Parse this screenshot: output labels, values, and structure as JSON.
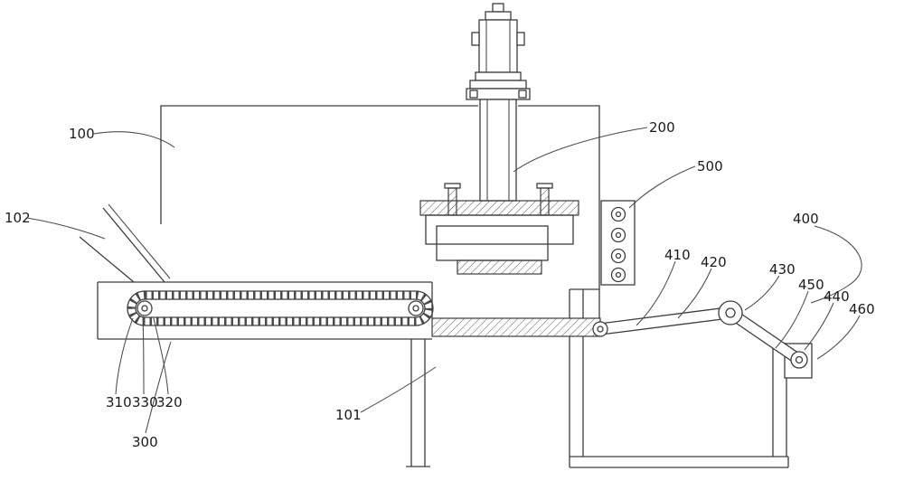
{
  "figure": {
    "kind": "patent-style technical line drawing of a machine with feed chute, hopper housing, motor-driven press, toothed conveyor belt, side bracket and crank linkage",
    "background_color": "#ffffff",
    "line_color": "#3d3d3d",
    "label_color": "#1a1a1a"
  },
  "labels": [
    {
      "ref": "100"
    },
    {
      "ref": "102"
    },
    {
      "ref": "200"
    },
    {
      "ref": "500"
    },
    {
      "ref": "400"
    },
    {
      "ref": "410"
    },
    {
      "ref": "420"
    },
    {
      "ref": "430"
    },
    {
      "ref": "450"
    },
    {
      "ref": "440"
    },
    {
      "ref": "460"
    },
    {
      "ref": "310"
    },
    {
      "ref": "330"
    },
    {
      "ref": "320"
    },
    {
      "ref": "300"
    },
    {
      "ref": "101"
    }
  ]
}
